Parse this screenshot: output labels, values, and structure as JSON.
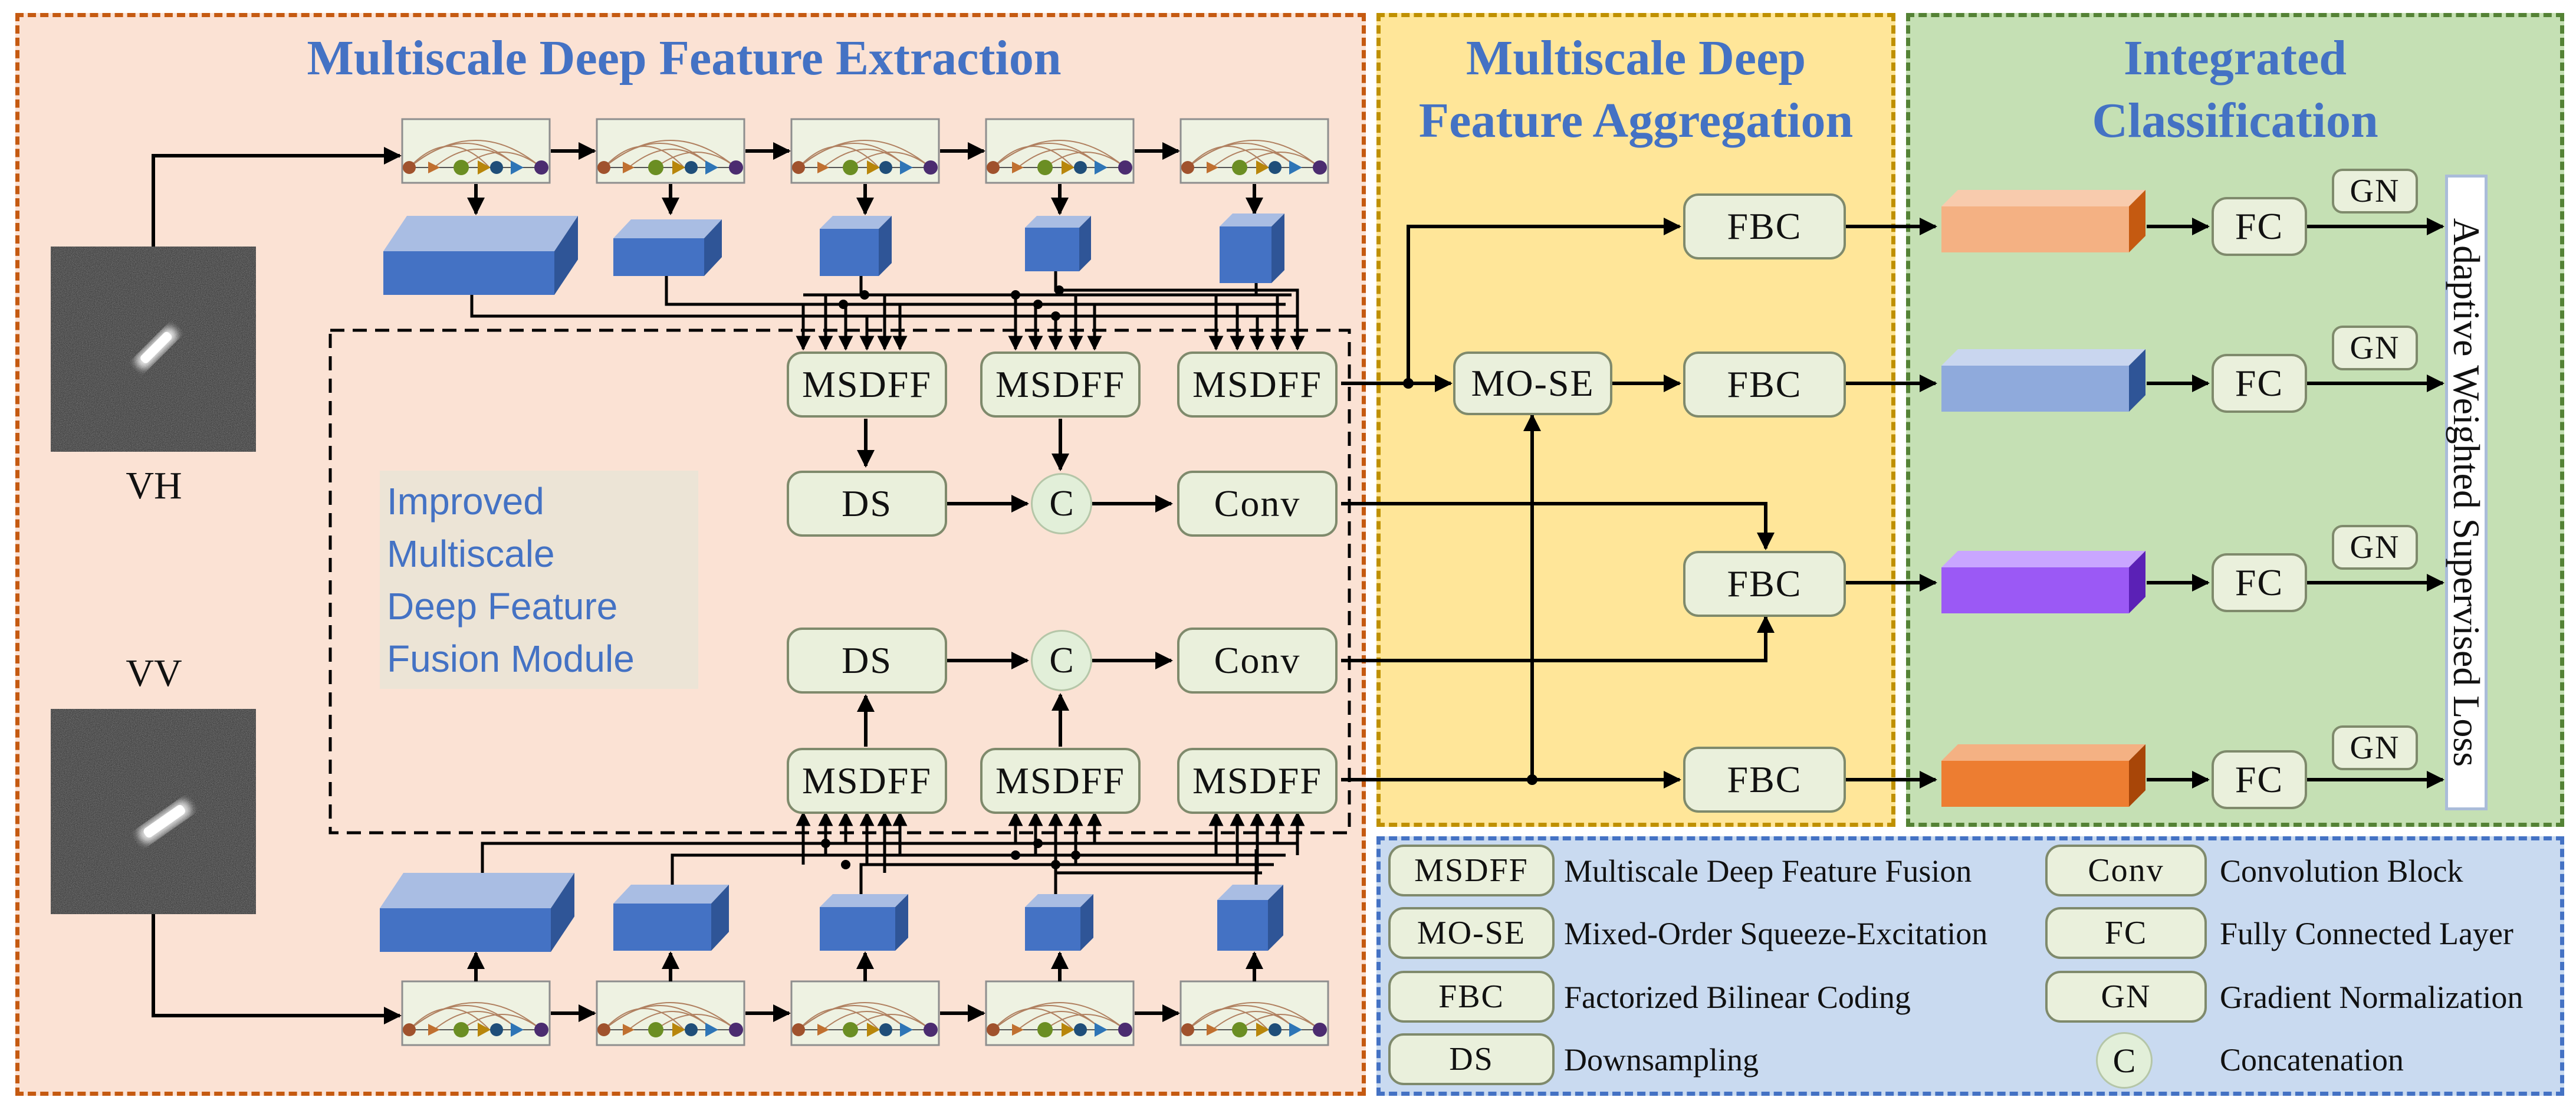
{
  "panels": {
    "extraction_title": "Multiscale Deep Feature Extraction",
    "aggregation_title_line1": "Multiscale Deep",
    "aggregation_title_line2": "Feature Aggregation",
    "classification_title_line1": "Integrated",
    "classification_title_line2": "Classification"
  },
  "inputs": {
    "vh": "VH",
    "vv": "VV"
  },
  "fusion_module": {
    "line1": "Improved",
    "line2": "Multiscale",
    "line3": "Deep Feature",
    "line4": "Fusion Module"
  },
  "blocks": {
    "msdff": "MSDFF",
    "ds": "DS",
    "concat": "C",
    "conv": "Conv",
    "mose": "MO-SE",
    "fbc": "FBC",
    "fc": "FC",
    "gn": "GN"
  },
  "loss_label": "Adaptive Weighted Supervised Loss",
  "legend": [
    {
      "abbr": "MSDFF",
      "desc": "Multiscale Deep Feature Fusion"
    },
    {
      "abbr": "Conv",
      "desc": "Convolution Block"
    },
    {
      "abbr": "MO-SE",
      "desc": "Mixed-Order Squeeze-Excitation"
    },
    {
      "abbr": "FC",
      "desc": "Fully Connected Layer"
    },
    {
      "abbr": "FBC",
      "desc": "Factorized Bilinear Coding"
    },
    {
      "abbr": "GN",
      "desc": "Gradient Normalization"
    },
    {
      "abbr": "DS",
      "desc": "Downsampling"
    },
    {
      "abbr": "C",
      "desc": "Concatenation"
    }
  ],
  "colors": {
    "extraction_bg": "#fbe2d4",
    "extraction_border": "#c55a11",
    "aggregation_bg": "#ffe699",
    "aggregation_border": "#bf9000",
    "classification_bg": "#c5e0b4",
    "classification_border": "#548235",
    "legend_bg": "#c9daf0",
    "legend_border": "#4472c4",
    "feature_cube": "#4472c4",
    "branch_orange_light": "#f4b183",
    "branch_blue": "#8faadc",
    "branch_purple": "#9b59f5",
    "branch_orange": "#ed7d31"
  }
}
